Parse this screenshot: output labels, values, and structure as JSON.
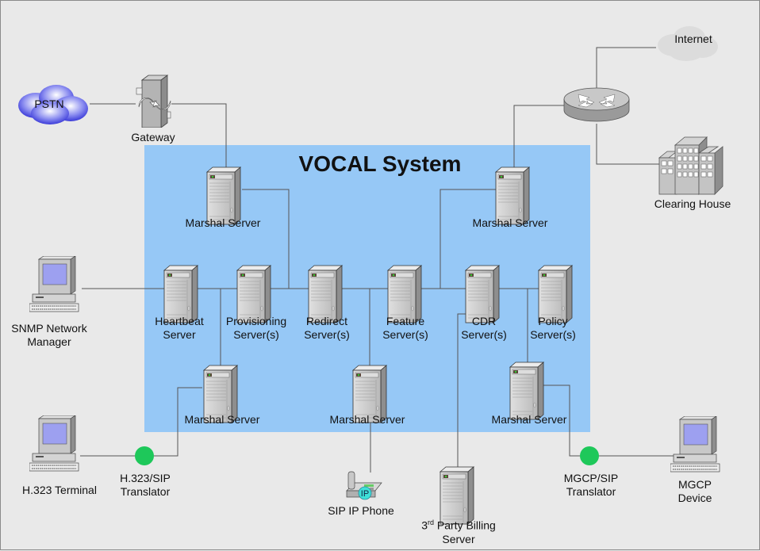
{
  "title": "VOCAL System",
  "nodes": {
    "pstn": {
      "label": "PSTN",
      "icon": "cloud-icon"
    },
    "gateway": {
      "label": "Gateway",
      "icon": "gateway-icon"
    },
    "internet": {
      "label": "Internet",
      "icon": "cloud-icon"
    },
    "router": {
      "label": "",
      "icon": "router-icon"
    },
    "clearing_house": {
      "label": "Clearing House",
      "icon": "building-icon"
    },
    "marshal_top_left": {
      "label": "Marshal Server",
      "icon": "server-icon"
    },
    "marshal_top_right": {
      "label": "Marshal Server",
      "icon": "server-icon"
    },
    "heartbeat": {
      "label1": "Heartbeat",
      "label2": "Server",
      "icon": "server-icon"
    },
    "provisioning": {
      "label1": "Provisioning",
      "label2": "Server(s)",
      "icon": "server-icon"
    },
    "redirect": {
      "label1": "Redirect",
      "label2": "Server(s)",
      "icon": "server-icon"
    },
    "feature": {
      "label1": "Feature",
      "label2": "Server(s)",
      "icon": "server-icon"
    },
    "cdr": {
      "label1": "CDR",
      "label2": "Server(s)",
      "icon": "server-icon"
    },
    "policy": {
      "label1": "Policy",
      "label2": "Server(s)",
      "icon": "server-icon"
    },
    "marshal_bottom_left": {
      "label": "Marshal Server",
      "icon": "server-icon"
    },
    "marshal_bottom_mid": {
      "label": "Marshal Server",
      "icon": "server-icon"
    },
    "marshal_bottom_right": {
      "label": "Marshal Server",
      "icon": "server-icon"
    },
    "snmp": {
      "label1": "SNMP Network",
      "label2": "Manager",
      "icon": "workstation-icon"
    },
    "h323_terminal": {
      "label": "H.323 Terminal",
      "icon": "workstation-icon"
    },
    "h323_translator": {
      "label1": "H.323/SIP",
      "label2": "Translator",
      "icon": "translator-dot-icon"
    },
    "sip_phone": {
      "label": "SIP IP Phone",
      "icon": "ip-phone-icon",
      "badge": "IP"
    },
    "billing": {
      "label1_pre": "3",
      "label1_sup": "rd",
      "label1_post": " Party Billing",
      "label2": "Server",
      "icon": "server-icon"
    },
    "mgcp_translator": {
      "label1": "MGCP/SIP",
      "label2": "Translator",
      "icon": "translator-dot-icon"
    },
    "mgcp_device": {
      "label1": "MGCP",
      "label2": "Device",
      "icon": "workstation-icon"
    }
  },
  "colors": {
    "background": "#e9e9e9",
    "vocal_box": "#96c8f6",
    "translator": "#1ec85a",
    "wire": "#555555"
  }
}
